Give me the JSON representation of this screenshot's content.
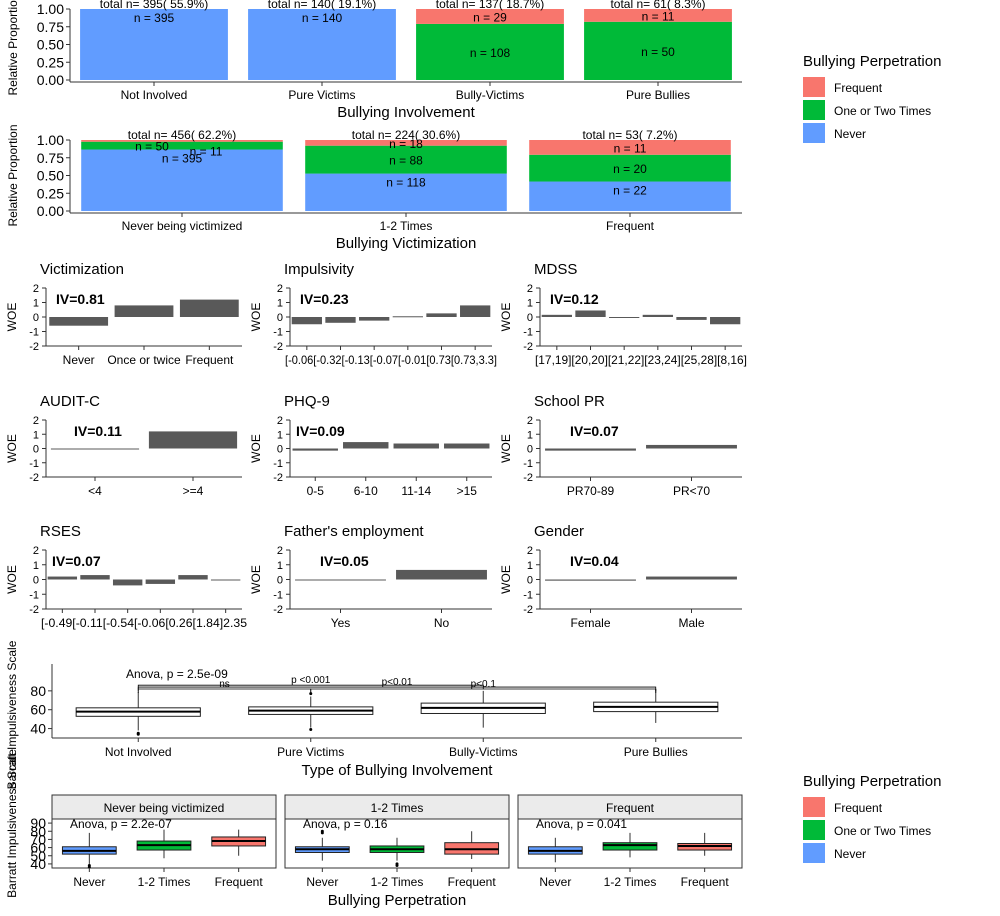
{
  "colors": {
    "frequent": "#F8766D",
    "once_twice": "#00BA38",
    "never": "#619CFF",
    "woe_bar": "#595959",
    "strip": "#EBEBEB"
  },
  "legend_top": {
    "title": "Bullying Perpetration",
    "items": [
      {
        "label": "Frequent",
        "color": "#F8766D"
      },
      {
        "label": "One or Two Times",
        "color": "#00BA38"
      },
      {
        "label": "Never",
        "color": "#619CFF"
      }
    ]
  },
  "legend_bottom": {
    "title": "Bullying Perpetration",
    "items": [
      {
        "label": "Frequent",
        "color": "#F8766D"
      },
      {
        "label": "One or Two Times",
        "color": "#00BA38"
      },
      {
        "label": "Never",
        "color": "#619CFF"
      }
    ]
  },
  "chart_data": [
    {
      "id": "involvement",
      "type": "bar",
      "stacked": true,
      "xlabel": "Bullying Involvement",
      "ylabel": "Relative Proportion",
      "ylim": [
        0,
        1
      ],
      "yticks": [
        "0.00",
        "0.25",
        "0.50",
        "0.75",
        "1.00"
      ],
      "categories": [
        "Not Involved",
        "Pure Victims",
        "Bully-Victims",
        "Pure Bullies"
      ],
      "totals": [
        "total n= 395( 55.9%)",
        "total n= 140( 19.1%)",
        "total n= 137( 18.7%)",
        "total n= 61( 8.3%)"
      ],
      "series": [
        {
          "name": "Never",
          "values": [
            1.0,
            1.0,
            0.0,
            0.0
          ],
          "labels": [
            "n = 395",
            "n = 140",
            "",
            ""
          ]
        },
        {
          "name": "One or Two Times",
          "values": [
            0.0,
            0.0,
            0.79,
            0.82
          ],
          "labels": [
            "",
            "",
            "n = 108",
            "n = 50"
          ]
        },
        {
          "name": "Frequent",
          "values": [
            0.0,
            0.0,
            0.21,
            0.18
          ],
          "labels": [
            "",
            "",
            "n = 29",
            "n = 11"
          ]
        }
      ]
    },
    {
      "id": "victimization",
      "type": "bar",
      "stacked": true,
      "xlabel": "Bullying Victimization",
      "ylabel": "Relative Proportion",
      "ylim": [
        0,
        1
      ],
      "yticks": [
        "0.00",
        "0.25",
        "0.50",
        "0.75",
        "1.00"
      ],
      "categories": [
        "Never being victimized",
        "1-2 Times",
        "Frequent"
      ],
      "totals": [
        "total n= 456( 62.2%)",
        "total n= 224( 30.6%)",
        "total n= 53( 7.2%)"
      ],
      "series": [
        {
          "name": "Never",
          "values": [
            0.866,
            0.527,
            0.415
          ],
          "labels": [
            "n = 395",
            "n = 118",
            "n = 22"
          ]
        },
        {
          "name": "One or Two Times",
          "values": [
            0.11,
            0.393,
            0.377
          ],
          "labels": [
            "n = 50",
            "n = 88",
            "n = 20"
          ]
        },
        {
          "name": "Frequent",
          "values": [
            0.024,
            0.08,
            0.208
          ],
          "labels": [
            "n = 11",
            "n = 18",
            "n = 11"
          ]
        }
      ]
    },
    {
      "id": "woe-victimization",
      "type": "bar",
      "title": "Victimization",
      "iv": "IV=0.81",
      "ylabel": "WOE",
      "ylim": [
        -2,
        2
      ],
      "categories": [
        "Never",
        "Once or twice",
        "Frequent"
      ],
      "values": [
        -0.6,
        0.8,
        1.2
      ]
    },
    {
      "id": "woe-impulsivity",
      "type": "bar",
      "title": "Impulsivity",
      "iv": "IV=0.23",
      "ylabel": "WOE",
      "ylim": [
        -2,
        2
      ],
      "categories": [
        "[-0.06,0.32]",
        "[-0.32,-0.13]",
        "[-0.13,-0.07]",
        "[-0.07,-0.01]",
        "[-0.01,0.73]",
        "[0.73,3.3]"
      ],
      "tick_text": "[-0.06[-0.32[-0.13[-0.07[-0.01[0.73[0.73,3.3]",
      "values": [
        -0.5,
        -0.4,
        -0.25,
        0.05,
        0.25,
        0.8
      ]
    },
    {
      "id": "woe-mdss",
      "type": "bar",
      "title": "MDSS",
      "iv": "IV=0.12",
      "ylabel": "WOE",
      "ylim": [
        -2,
        2
      ],
      "categories": [
        "[17,19]",
        "[20,20]",
        "[21,22]",
        "[23,24]",
        "[25,28]",
        "[8,16]"
      ],
      "tick_text": "[17,19][20,20][21,22][23,24][25,28][8,16]",
      "values": [
        0.15,
        0.45,
        0.0,
        0.15,
        -0.2,
        -0.5
      ]
    },
    {
      "id": "woe-audit",
      "type": "bar",
      "title": "AUDIT-C",
      "iv": "IV=0.11",
      "ylabel": "WOE",
      "ylim": [
        -2,
        2
      ],
      "categories": [
        "<4",
        ">=4"
      ],
      "values": [
        -0.04,
        1.2
      ]
    },
    {
      "id": "woe-phq9",
      "type": "bar",
      "title": "PHQ-9",
      "iv": "IV=0.09",
      "ylabel": "WOE",
      "ylim": [
        -2,
        2
      ],
      "categories": [
        "0-5",
        "6-10",
        "11-14",
        ">15"
      ],
      "values": [
        -0.15,
        0.45,
        0.35,
        0.35
      ]
    },
    {
      "id": "woe-school",
      "type": "bar",
      "title": "School PR",
      "iv": "IV=0.07",
      "ylabel": "WOE",
      "ylim": [
        -2,
        2
      ],
      "categories": [
        "PR70-89",
        "PR<70"
      ],
      "values": [
        -0.15,
        0.25
      ]
    },
    {
      "id": "woe-rses",
      "type": "bar",
      "title": "RSES",
      "iv": "IV=0.07",
      "ylabel": "WOE",
      "ylim": [
        -2,
        2
      ],
      "categories": [
        "[-0.49,-0.11]",
        "[-0.11,-0.54]",
        "[-0.54,-0.06]",
        "[-0.06,0.26]",
        "[0.26,1.84]",
        "[1.84,2.35]"
      ],
      "tick_text": "[-0.49[-0.11[-0.54[-0.06[0.26[1.84]2.35",
      "values": [
        0.2,
        0.3,
        -0.4,
        -0.3,
        0.3,
        0.0
      ]
    },
    {
      "id": "woe-father",
      "type": "bar",
      "title": "Father's employment",
      "iv": "IV=0.05",
      "ylabel": "WOE",
      "ylim": [
        -2,
        2
      ],
      "categories": [
        "Yes",
        "No"
      ],
      "values": [
        -0.02,
        0.65
      ]
    },
    {
      "id": "woe-gender",
      "type": "bar",
      "title": "Gender",
      "iv": "IV=0.04",
      "ylabel": "WOE",
      "ylim": [
        -2,
        2
      ],
      "categories": [
        "Female",
        "Male"
      ],
      "values": [
        -0.08,
        0.2
      ]
    },
    {
      "id": "box-involvement",
      "type": "box",
      "xlabel": "Type of Bullying Involvement",
      "ylabel": "Barratt Impulsiveness Scale",
      "ylim": [
        30,
        100
      ],
      "yticks": [
        40,
        60,
        80
      ],
      "categories": [
        "Not Involved",
        "Pure Victims",
        "Bully-Victims",
        "Pure Bullies"
      ],
      "boxes": [
        {
          "min": 38,
          "q1": 53,
          "median": 58,
          "q3": 62,
          "max": 79,
          "outliers": [
            34,
            35
          ]
        },
        {
          "min": 41,
          "q1": 55,
          "median": 59,
          "q3": 63,
          "max": 74,
          "outliers": [
            77,
            39
          ]
        },
        {
          "min": 41,
          "q1": 56,
          "median": 62,
          "q3": 67,
          "max": 80,
          "outliers": []
        },
        {
          "min": 46,
          "q1": 58,
          "median": 63,
          "q3": 68,
          "max": 82,
          "outliers": []
        }
      ],
      "anova": "Anova, p = 2.5e-09",
      "brackets": [
        {
          "from": 0,
          "to": 1,
          "label": "ns",
          "y": 82
        },
        {
          "from": 0,
          "to": 2,
          "label": "p <0.001",
          "y": 86
        },
        {
          "from": 1,
          "to": 3,
          "label": "p<0.1",
          "y": 82
        },
        {
          "from": 0,
          "to": 3,
          "label": "p<0.01",
          "y": 84
        }
      ]
    },
    {
      "id": "box-faceted",
      "type": "box",
      "xlabel": "Bullying Perpetration",
      "ylabel": "Barratt Impulsiveness Scale",
      "ylim": [
        35,
        95
      ],
      "yticks": [
        40,
        50,
        60,
        70,
        80,
        90
      ],
      "categories": [
        "Never",
        "1-2 Times",
        "Frequent"
      ],
      "facets": [
        {
          "strip": "Never being victimized",
          "anova": "Anova, p = 2.2e-07",
          "boxes": [
            {
              "min": 40,
              "q1": 52,
              "median": 56,
              "q3": 61,
              "max": 78,
              "outliers": [
                36,
                38
              ]
            },
            {
              "min": 47,
              "q1": 57,
              "median": 63,
              "q3": 68,
              "max": 82,
              "outliers": []
            },
            {
              "min": 50,
              "q1": 62,
              "median": 68,
              "q3": 73,
              "max": 82,
              "outliers": []
            }
          ]
        },
        {
          "strip": "1-2 Times",
          "anova": "Anova, p = 0.16",
          "boxes": [
            {
              "min": 44,
              "q1": 54,
              "median": 58,
              "q3": 61,
              "max": 72,
              "outliers": [
                78,
                80
              ]
            },
            {
              "min": 44,
              "q1": 54,
              "median": 58,
              "q3": 62,
              "max": 72,
              "outliers": [
                40,
                38
              ]
            },
            {
              "min": 46,
              "q1": 52,
              "median": 58,
              "q3": 66,
              "max": 80,
              "outliers": []
            }
          ]
        },
        {
          "strip": "Frequent",
          "anova": "Anova, p = 0.041",
          "boxes": [
            {
              "min": 42,
              "q1": 52,
              "median": 56,
              "q3": 61,
              "max": 72,
              "outliers": []
            },
            {
              "min": 48,
              "q1": 57,
              "median": 63,
              "q3": 66,
              "max": 78,
              "outliers": []
            },
            {
              "min": 50,
              "q1": 57,
              "median": 62,
              "q3": 65,
              "max": 78,
              "outliers": []
            }
          ]
        }
      ]
    }
  ]
}
